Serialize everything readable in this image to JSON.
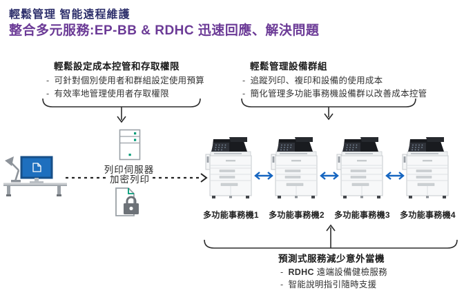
{
  "header": {
    "line1": "輕鬆管理  智能遠程維護",
    "line2": "整合多元服務:EP-BB & RDHC  迅速回應、解決問題"
  },
  "bullet_marker": "-",
  "callout_left": {
    "title": "輕鬆設定成本控管和存取權限",
    "bullets": [
      "可針對個別使用者和群組設定使用預算",
      "有效率地管理使用者存取權限"
    ]
  },
  "callout_right": {
    "title": "輕鬆管理設備群組",
    "bullets": [
      "追蹤列印、複印和設備的使用成本",
      "簡化管理多功能事務機設備群以改善成本控管"
    ]
  },
  "flow": {
    "server_label": "列印伺服器",
    "encrypted_label": "加密列印"
  },
  "printers": [
    {
      "label": "多功能事務機1"
    },
    {
      "label": "多功能事務機2"
    },
    {
      "label": "多功能事務機3"
    },
    {
      "label": "多功能事務機4"
    }
  ],
  "callout_bottom": {
    "title": "預測式服務減少意外當機",
    "bullet1_strong": "RDHC",
    "bullet1_rest": "遠端設備健檢服務",
    "bullet2": "智能說明指引隨時支援"
  },
  "colors": {
    "title_navy": "#2d2f6b",
    "title_purple": "#6b3a96",
    "text_dark": "#333333",
    "arrow_blue": "#1565c0",
    "screen_blue": "#1e6fbe",
    "teal_accent": "#009b77",
    "printer_dark": "#191b1f",
    "gray_outline": "#9aa0a6"
  }
}
